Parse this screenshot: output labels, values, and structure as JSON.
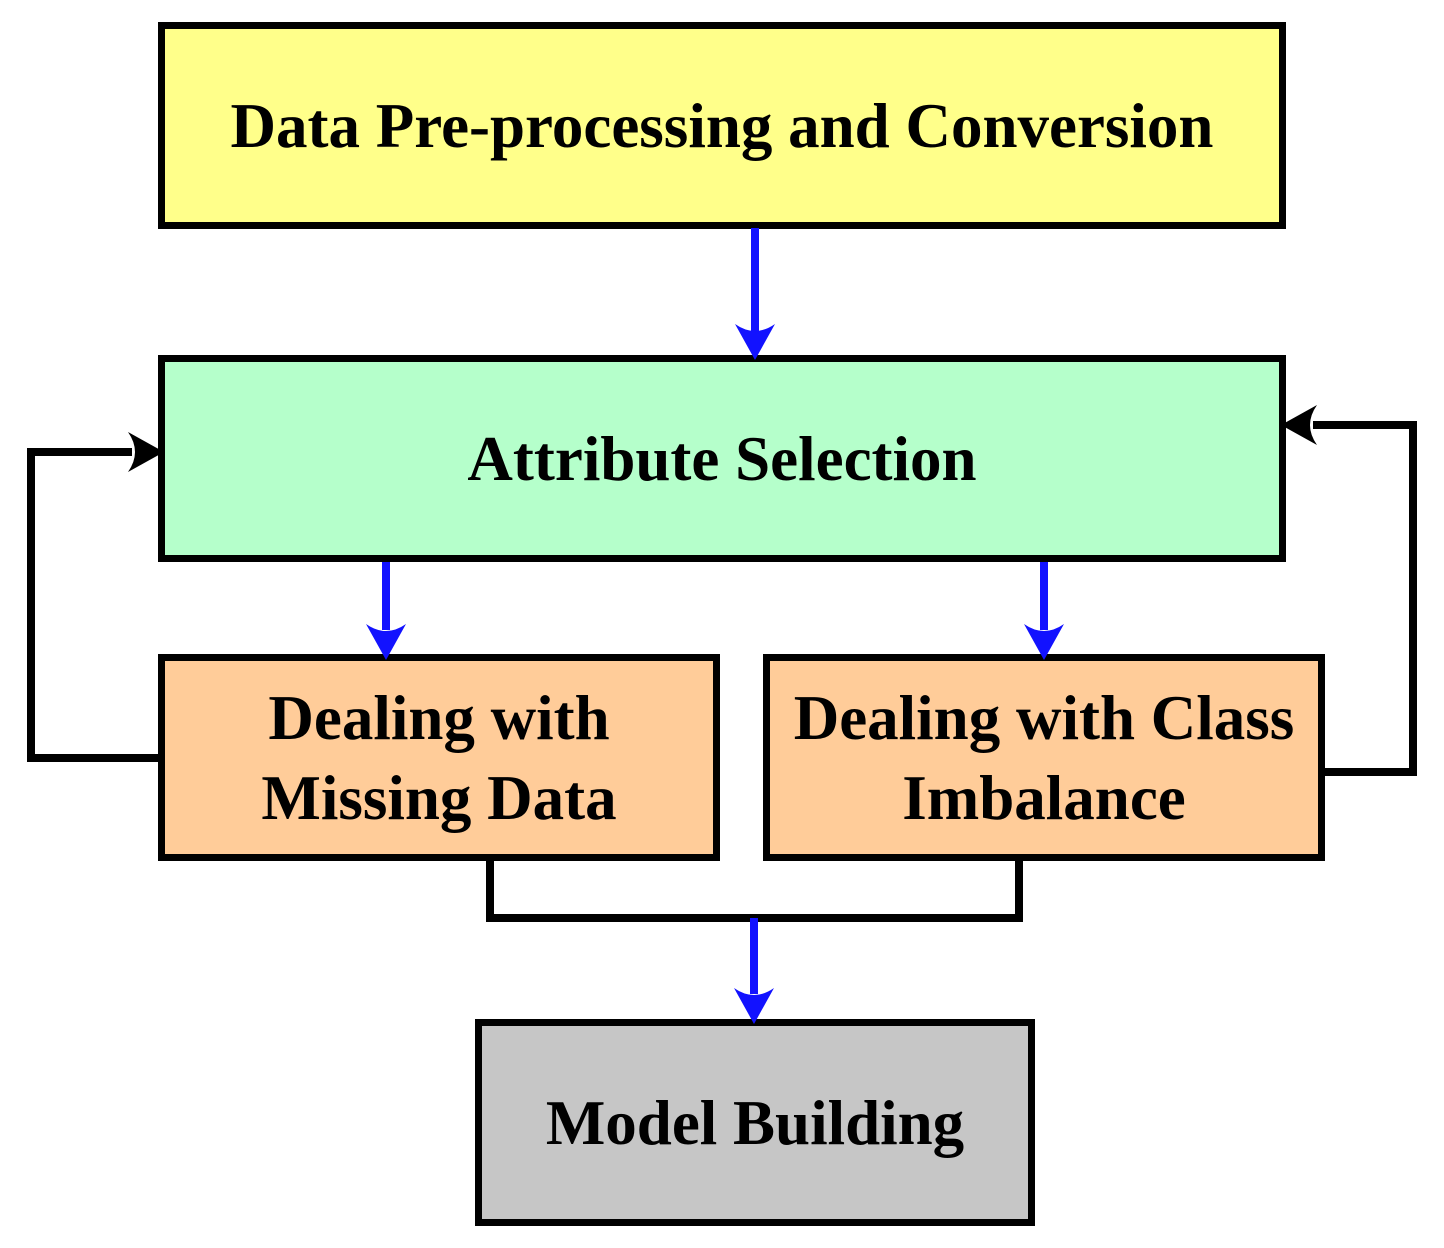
{
  "diagram": {
    "background": "#ffffff",
    "nodes": [
      {
        "id": "preprocessing",
        "label": "Data Pre-processing and Conversion",
        "fill": "#FFFF8A"
      },
      {
        "id": "attribute-selection",
        "label": "Attribute Selection",
        "fill": "#B5FFCB"
      },
      {
        "id": "missing-data",
        "label": "Dealing with\nMissing Data",
        "fill": "#FFCC99"
      },
      {
        "id": "class-imbalance",
        "label": "Dealing with Class\nImbalance",
        "fill": "#FFCC99"
      },
      {
        "id": "model-building",
        "label": "Model Building",
        "fill": "#C6C6C6"
      }
    ],
    "colors": {
      "flow_arrow": "#1212FF",
      "feedback_line": "#000000",
      "border": "#000000",
      "text": "#000000"
    },
    "edges": [
      {
        "from": "preprocessing",
        "to": "attribute-selection",
        "style": "blue-arrow"
      },
      {
        "from": "attribute-selection",
        "to": "missing-data",
        "style": "blue-arrow"
      },
      {
        "from": "attribute-selection",
        "to": "class-imbalance",
        "style": "blue-arrow"
      },
      {
        "from": "missing-data",
        "to": "attribute-selection",
        "style": "black-feedback-loop"
      },
      {
        "from": "class-imbalance",
        "to": "attribute-selection",
        "style": "black-feedback-loop"
      },
      {
        "from": "missing-data + class-imbalance",
        "to": "model-building",
        "style": "merge-then-blue-arrow"
      }
    ]
  }
}
